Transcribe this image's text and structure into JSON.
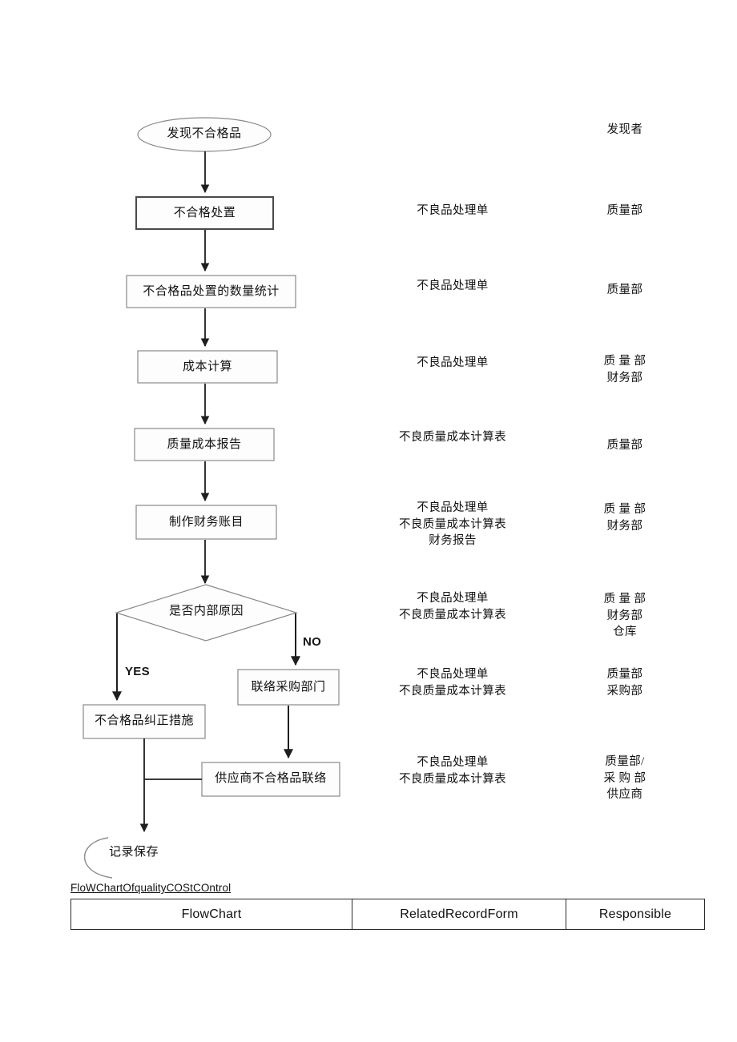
{
  "document": {
    "caption": "FloWChartOfqualityCOStCOntrol"
  },
  "legend_table": {
    "columns": [
      {
        "key": "flowchart",
        "label": "FlowChart"
      },
      {
        "key": "record",
        "label": "RelatedRecordForm"
      },
      {
        "key": "responsible",
        "label": "Responsible"
      }
    ]
  },
  "flow": {
    "nodes": [
      {
        "id": "start",
        "shape": "ellipse",
        "label": "发现不合格品"
      },
      {
        "id": "disposition",
        "shape": "process",
        "label": "不合格处置"
      },
      {
        "id": "count_stat",
        "shape": "process",
        "label": "不合格品处置的数量统计"
      },
      {
        "id": "cost_calc",
        "shape": "process",
        "label": "成本计算"
      },
      {
        "id": "cost_report",
        "shape": "process",
        "label": "质量成本报告"
      },
      {
        "id": "finance_book",
        "shape": "process",
        "label": "制作财务账目"
      },
      {
        "id": "decision",
        "shape": "diamond",
        "label": "是否内部原因"
      },
      {
        "id": "contact_purchasing",
        "shape": "process",
        "label": "联络采购部门"
      },
      {
        "id": "corrective",
        "shape": "process",
        "label": "不合格品纠正措施"
      },
      {
        "id": "supplier_contact",
        "shape": "process",
        "label": "供应商不合格品联络"
      },
      {
        "id": "record_keep",
        "shape": "curve",
        "label": "记录保存"
      }
    ],
    "branch_labels": [
      {
        "id": "yes",
        "label": "YES"
      },
      {
        "id": "no",
        "label": "NO"
      }
    ]
  },
  "record_forms": [
    {
      "for": "start",
      "text": ""
    },
    {
      "for": "disposition",
      "text": "不良品处理单"
    },
    {
      "for": "count_stat",
      "text": "不良品处理单"
    },
    {
      "for": "cost_calc",
      "text": "不良品处理单"
    },
    {
      "for": "cost_report",
      "text": "不良质量成本计算表"
    },
    {
      "for": "finance_book",
      "text": "不良品处理单\n不良质量成本计算表\n财务报告"
    },
    {
      "for": "decision",
      "text": "不良品处理单\n不良质量成本计算表"
    },
    {
      "for": "contact_purchasing",
      "text": "不良品处理单\n不良质量成本计算表"
    },
    {
      "for": "supplier_contact",
      "text": "不良品处理单\n不良质量成本计算表"
    }
  ],
  "responsible": [
    {
      "for": "start",
      "text": "发现者",
      "spaced": false
    },
    {
      "for": "disposition",
      "text": "质量部",
      "spaced": false
    },
    {
      "for": "count_stat",
      "text": "质量部",
      "spaced": false
    },
    {
      "for": "cost_calc",
      "text": "质 量 部\n财务部",
      "spaced": false
    },
    {
      "for": "cost_report",
      "text": "质量部",
      "spaced": false
    },
    {
      "for": "finance_book",
      "text": "质 量 部\n财务部",
      "spaced": false
    },
    {
      "for": "decision",
      "text": "质 量 部\n财务部\n仓库",
      "spaced": false
    },
    {
      "for": "contact_purchasing",
      "text": "质量部\n采购部",
      "spaced": false
    },
    {
      "for": "supplier_contact",
      "text": "质量部/\n采 购 部\n供应商",
      "spaced": false
    }
  ],
  "colors": {
    "stroke_dark": "#3a3a3a",
    "stroke_light": "#8a8a8a",
    "fill": "#fdfdfd",
    "text": "#111111",
    "table_border": "#2b2b2b"
  }
}
